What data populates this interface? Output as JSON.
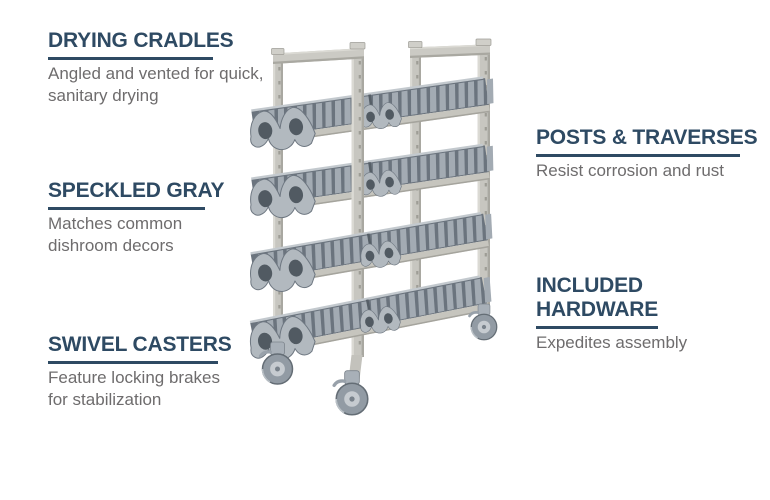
{
  "page": {
    "background": "#ffffff"
  },
  "theme": {
    "heading_color": "#2e4a63",
    "underline_color": "#2e4a63",
    "body_text_color": "#6e6c6d",
    "post_color": "#c7c6c0",
    "cradle_fin_color": "#a3abb3",
    "cradle_shadow_color": "#6b747e",
    "caster_color": "#929ba4"
  },
  "product": {
    "alt": "Speckled gray four-level drying cradle cart on swivel casters"
  },
  "callouts": [
    {
      "id": "drying-cradles",
      "title": "DRYING CRADLES",
      "body": "Angled and vented for quick,\nsanitary drying"
    },
    {
      "id": "speckled-gray",
      "title": "SPECKLED GRAY",
      "body": "Matches common\ndishroom decors"
    },
    {
      "id": "swivel-casters",
      "title": "SWIVEL CASTERS",
      "body": "Feature locking brakes\nfor stabilization"
    },
    {
      "id": "posts-traverses",
      "title": "POSTS & TRAVERSES",
      "body": "Resist corrosion and rust"
    },
    {
      "id": "included-hardware",
      "title": "INCLUDED\nHARDWARE",
      "body": "Expedites assembly"
    }
  ]
}
